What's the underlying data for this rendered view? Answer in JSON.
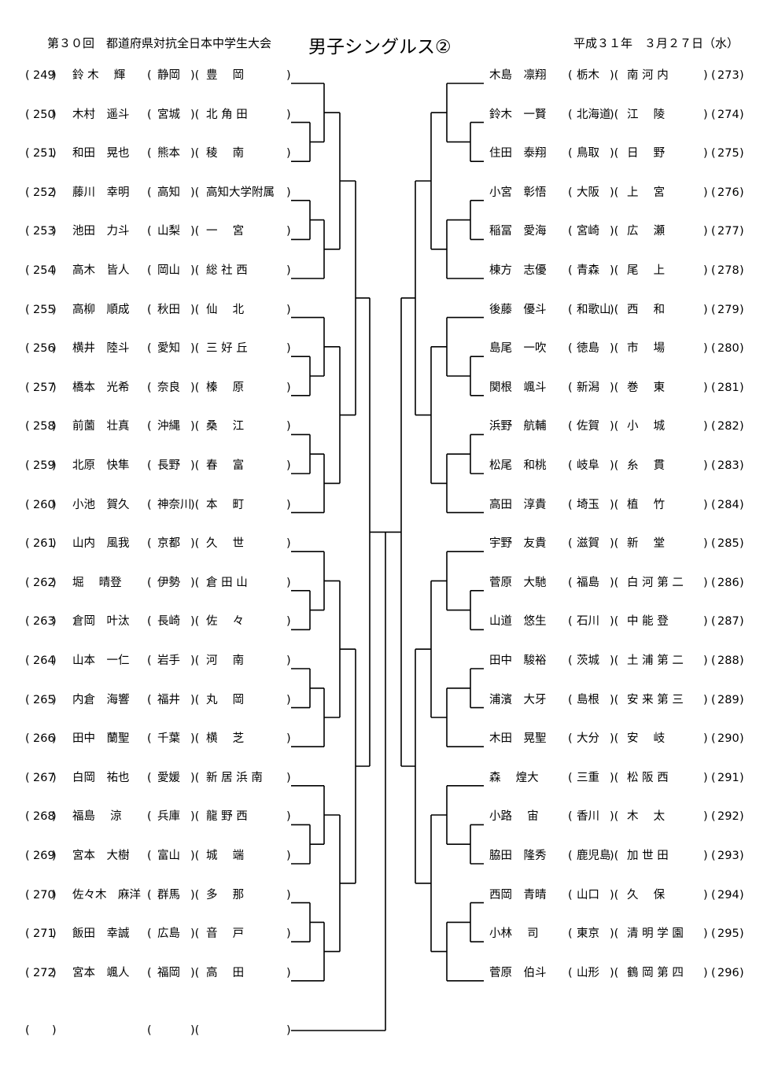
{
  "header": {
    "event": "第３０回　都道府県対抗全日本中学生大会",
    "title": "男子シングルス②",
    "date": "平成３１年　３月２７日（水）"
  },
  "left": [
    {
      "no": "249",
      "name": "鈴 木　 輝",
      "pref": "静岡",
      "school": "豊　 岡"
    },
    {
      "no": "250",
      "name": "木村　遥斗",
      "pref": "宮城",
      "school": "北 角 田"
    },
    {
      "no": "251",
      "name": "和田　晃也",
      "pref": "熊本",
      "school": "稜　 南"
    },
    {
      "no": "252",
      "name": "藤川　幸明",
      "pref": "高知",
      "school": "高知大学附属"
    },
    {
      "no": "253",
      "name": "池田　力斗",
      "pref": "山梨",
      "school": "一　 宮"
    },
    {
      "no": "254",
      "name": "高木　皆人",
      "pref": "岡山",
      "school": "総 社 西"
    },
    {
      "no": "255",
      "name": "高柳　順成",
      "pref": "秋田",
      "school": "仙　 北"
    },
    {
      "no": "256",
      "name": "横井　陸斗",
      "pref": "愛知",
      "school": "三 好 丘"
    },
    {
      "no": "257",
      "name": "橋本　光希",
      "pref": "奈良",
      "school": "榛　 原"
    },
    {
      "no": "258",
      "name": "前薗　壮真",
      "pref": "沖縄",
      "school": "桑　 江"
    },
    {
      "no": "259",
      "name": "北原　快隼",
      "pref": "長野",
      "school": "春　 富"
    },
    {
      "no": "260",
      "name": "小池　賀久",
      "pref": "神奈川",
      "school": "本　 町"
    },
    {
      "no": "261",
      "name": "山内　風我",
      "pref": "京都",
      "school": "久　 世"
    },
    {
      "no": "262",
      "name": "堀　 晴登",
      "pref": "伊勢",
      "school": "倉 田 山"
    },
    {
      "no": "263",
      "name": "倉岡　叶汰",
      "pref": "長崎",
      "school": "佐　 々"
    },
    {
      "no": "264",
      "name": "山本　一仁",
      "pref": "岩手",
      "school": "河　 南"
    },
    {
      "no": "265",
      "name": "内倉　海響",
      "pref": "福井",
      "school": "丸　 岡"
    },
    {
      "no": "266",
      "name": "田中　蘭聖",
      "pref": "千葉",
      "school": "横　 芝"
    },
    {
      "no": "267",
      "name": "白岡　祐也",
      "pref": "愛媛",
      "school": "新 居 浜 南"
    },
    {
      "no": "268",
      "name": "福島　 涼",
      "pref": "兵庫",
      "school": "龍 野 西"
    },
    {
      "no": "269",
      "name": "宮本　大樹",
      "pref": "富山",
      "school": "城　 端"
    },
    {
      "no": "270",
      "name": "佐々木　麻洋",
      "pref": "群馬",
      "school": "多　 那"
    },
    {
      "no": "271",
      "name": "飯田　幸誠",
      "pref": "広島",
      "school": "音　 戸"
    },
    {
      "no": "272",
      "name": "宮本　颯人",
      "pref": "福岡",
      "school": "高　 田"
    }
  ],
  "right": [
    {
      "no": "273",
      "name": "木島　凛翔",
      "pref": "栃木",
      "school": "南 河 内"
    },
    {
      "no": "274",
      "name": "鈴木　一賢",
      "pref": "北海道",
      "school": "江　 陵"
    },
    {
      "no": "275",
      "name": "住田　泰翔",
      "pref": "鳥取",
      "school": "日　 野"
    },
    {
      "no": "276",
      "name": "小宮　彰悟",
      "pref": "大阪",
      "school": "上　 宮"
    },
    {
      "no": "277",
      "name": "稲冨　愛海",
      "pref": "宮崎",
      "school": "広　 瀬"
    },
    {
      "no": "278",
      "name": "棟方　志優",
      "pref": "青森",
      "school": "尾　 上"
    },
    {
      "no": "279",
      "name": "後藤　優斗",
      "pref": "和歌山",
      "school": "西　 和"
    },
    {
      "no": "280",
      "name": "島尾　一吹",
      "pref": "徳島",
      "school": "市　 場"
    },
    {
      "no": "281",
      "name": "関根　颯斗",
      "pref": "新潟",
      "school": "巻　 東"
    },
    {
      "no": "282",
      "name": "浜野　航輔",
      "pref": "佐賀",
      "school": "小　 城"
    },
    {
      "no": "283",
      "name": "松尾　和桃",
      "pref": "岐阜",
      "school": "糸　 貫"
    },
    {
      "no": "284",
      "name": "高田　淳貴",
      "pref": "埼玉",
      "school": "植　 竹"
    },
    {
      "no": "285",
      "name": "宇野　友貴",
      "pref": "滋賀",
      "school": "新　 堂"
    },
    {
      "no": "286",
      "name": "菅原　大馳",
      "pref": "福島",
      "school": "白 河 第 二"
    },
    {
      "no": "287",
      "name": "山道　悠生",
      "pref": "石川",
      "school": "中 能 登"
    },
    {
      "no": "288",
      "name": "田中　駿裕",
      "pref": "茨城",
      "school": "土 浦 第 二"
    },
    {
      "no": "289",
      "name": "浦濱　大牙",
      "pref": "島根",
      "school": "安 来 第 三"
    },
    {
      "no": "290",
      "name": "木田　晃聖",
      "pref": "大分",
      "school": "安　 岐"
    },
    {
      "no": "291",
      "name": "森　 煌大",
      "pref": "三重",
      "school": "松 阪 西"
    },
    {
      "no": "292",
      "name": "小路　 宙",
      "pref": "香川",
      "school": "木　 太"
    },
    {
      "no": "293",
      "name": "脇田　隆秀",
      "pref": "鹿児島",
      "school": "加 世 田"
    },
    {
      "no": "294",
      "name": "西岡　青晴",
      "pref": "山口",
      "school": "久　 保"
    },
    {
      "no": "295",
      "name": "小林　 司",
      "pref": "東京",
      "school": "清 明 学 園"
    },
    {
      "no": "296",
      "name": "菅原　伯斗",
      "pref": "山形",
      "school": "鶴 岡 第 四"
    }
  ],
  "extra": {
    "no": "",
    "name": "",
    "pref": "",
    "school": ""
  }
}
